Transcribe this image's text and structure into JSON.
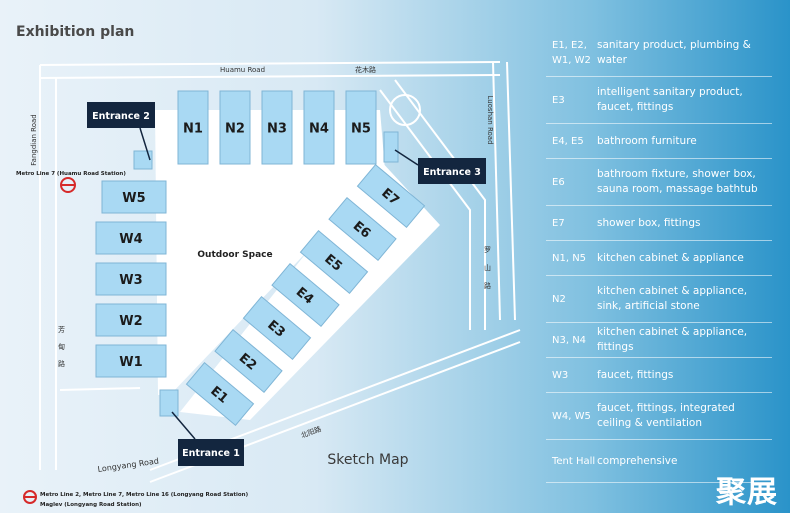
{
  "title": "Exhibition plan",
  "map": {
    "roads": {
      "huamu": "Huamu Road",
      "huamu_cn": "花木路",
      "fangdian": "Fangdian Road",
      "luoshan": "Luoshan Road",
      "luoshan_cn": [
        "罗",
        "山",
        "路"
      ],
      "fangdian_cn": [
        "芳",
        "甸",
        "路"
      ],
      "beiyang_cn": "北阳路",
      "longyang": "Longyang Road"
    },
    "halls_north": [
      "N1",
      "N2",
      "N3",
      "N4",
      "N5"
    ],
    "halls_west": [
      "W5",
      "W4",
      "W3",
      "W2",
      "W1"
    ],
    "halls_east": [
      "E1",
      "E2",
      "E3",
      "E4",
      "E5",
      "E6",
      "E7"
    ],
    "entrances": [
      "Entrance 1",
      "Entrance 2",
      "Entrance 3"
    ],
    "outdoor": "Outdoor Space",
    "sketch": "Sketch Map",
    "metro_top": "Metro Line 7 (Huamu Road Station)",
    "metro_bottom_1": "Metro Line 2, Metro Line 7, Metro Line 16 (Longyang Road Station)",
    "metro_bottom_2": "Maglev (Longyang Road Station)"
  },
  "legend": [
    {
      "key": "E1, E2, W1, W2",
      "value": "sanitary product, plumbing & water"
    },
    {
      "key": "E3",
      "value": "intelligent sanitary product, faucet, fittings"
    },
    {
      "key": "E4, E5",
      "value": "bathroom furniture"
    },
    {
      "key": "E6",
      "value": "bathroom fixture, shower box, sauna room, massage bathtub"
    },
    {
      "key": "E7",
      "value": "shower box, fittings"
    },
    {
      "key": "N1, N5",
      "value": "kitchen cabinet & appliance"
    },
    {
      "key": "N2",
      "value": "kitchen cabinet & appliance, sink, artificial stone"
    },
    {
      "key": "N3, N4",
      "value": "kitchen cabinet & appliance, fittings"
    },
    {
      "key": "W3",
      "value": "faucet, fittings"
    },
    {
      "key": "W4, W5",
      "value": "faucet, fittings, integrated ceiling & ventilation"
    },
    {
      "key": "Tent Hall",
      "value": "comprehensive"
    }
  ],
  "watermark": "聚展",
  "colors": {
    "hall": "#a9d9f3",
    "hall_border": "#7fb5d6",
    "entrance": "#13263f"
  }
}
